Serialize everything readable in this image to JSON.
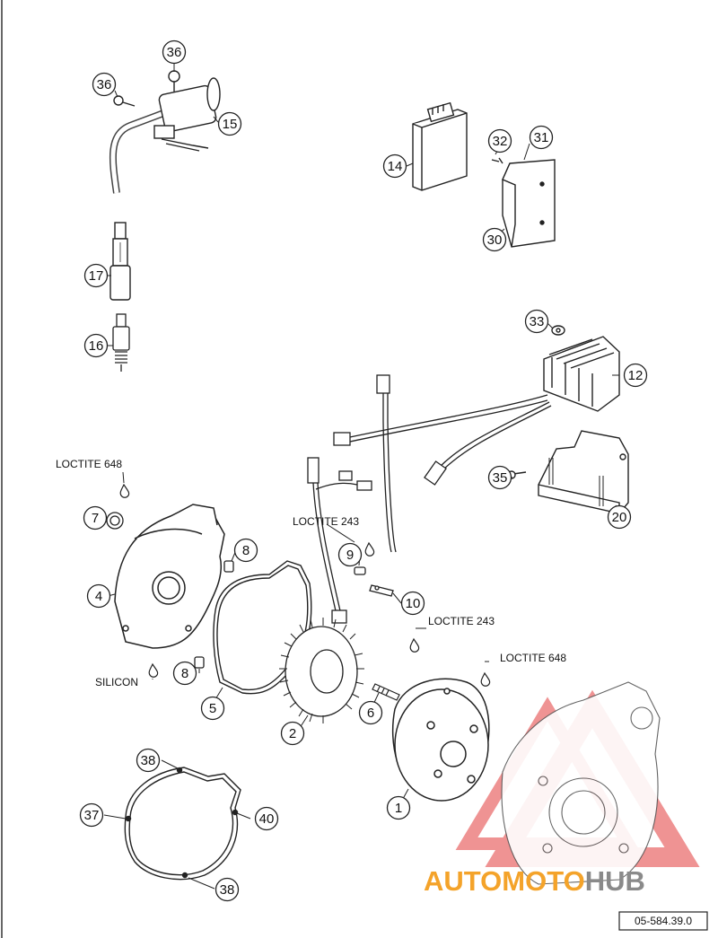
{
  "callouts": [
    {
      "id": "36a",
      "n": "36"
    },
    {
      "id": "36b",
      "n": "36"
    },
    {
      "id": "15",
      "n": "15"
    },
    {
      "id": "17",
      "n": "17"
    },
    {
      "id": "16",
      "n": "16"
    },
    {
      "id": "14",
      "n": "14"
    },
    {
      "id": "32",
      "n": "32"
    },
    {
      "id": "31",
      "n": "31"
    },
    {
      "id": "30",
      "n": "30"
    },
    {
      "id": "33",
      "n": "33"
    },
    {
      "id": "12",
      "n": "12"
    },
    {
      "id": "35",
      "n": "35"
    },
    {
      "id": "20",
      "n": "20"
    },
    {
      "id": "7",
      "n": "7"
    },
    {
      "id": "8a",
      "n": "8"
    },
    {
      "id": "4",
      "n": "4"
    },
    {
      "id": "8b",
      "n": "8"
    },
    {
      "id": "9",
      "n": "9"
    },
    {
      "id": "10",
      "n": "10"
    },
    {
      "id": "5",
      "n": "5"
    },
    {
      "id": "2",
      "n": "2"
    },
    {
      "id": "6",
      "n": "6"
    },
    {
      "id": "1",
      "n": "1"
    },
    {
      "id": "38a",
      "n": "38"
    },
    {
      "id": "37",
      "n": "37"
    },
    {
      "id": "40",
      "n": "40"
    },
    {
      "id": "38b",
      "n": "38"
    }
  ],
  "labels": {
    "loctite_648_left": "LOCTITE 648",
    "loctite_243_upper": "LOCTITE 243",
    "loctite_243_lower": "LOCTITE 243",
    "loctite_648_right": "LOCTITE 648",
    "silicon": "SILICON"
  },
  "reference_code": "05-584.39.0",
  "watermark": {
    "part1": "AUTOMOTO",
    "part2": "HUB"
  },
  "colors": {
    "watermark_orange": "#f4a32a",
    "watermark_gray": "#8a8a8a",
    "watermark_red": "#e23b3b"
  }
}
